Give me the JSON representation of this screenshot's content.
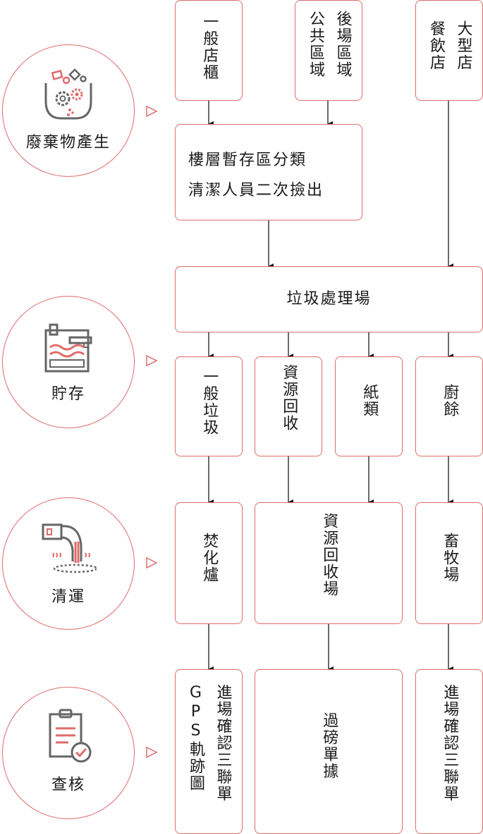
{
  "stages": [
    {
      "label": "廢棄物產生",
      "icon": "waste-generation-icon"
    },
    {
      "label": "貯存",
      "icon": "storage-tank-icon"
    },
    {
      "label": "清運",
      "icon": "pipe-outflow-icon"
    },
    {
      "label": "查核",
      "icon": "clipboard-check-icon"
    }
  ],
  "sources": {
    "general_shops": "一般店櫃",
    "backyard_public_col1": "後場區域",
    "backyard_public_col2": "公共區域",
    "restaurants_col1": "大型店",
    "restaurants_col2": "餐飲店"
  },
  "sorting": {
    "line1": "樓層暫存區分類",
    "line2": "清潔人員二次撿出"
  },
  "facility": "垃圾處理場",
  "categories": {
    "general_waste": "一般垃圾",
    "recycling": "資源回收",
    "paper": "紙類",
    "kitchen_waste": "廚餘"
  },
  "destinations": {
    "incinerator": "焚化爐",
    "recycling_plant": "資源回收場",
    "livestock_farm": "畜牧場"
  },
  "verification": {
    "incinerator_col1": "進場確認三聯單",
    "incinerator_col2": "GPS軌跡圖",
    "recycling": "過磅單據",
    "livestock": "進場確認三聯單"
  },
  "colors": {
    "accent": "#e06b6b",
    "icon_gray": "#666666",
    "text": "#1a1a1a"
  }
}
